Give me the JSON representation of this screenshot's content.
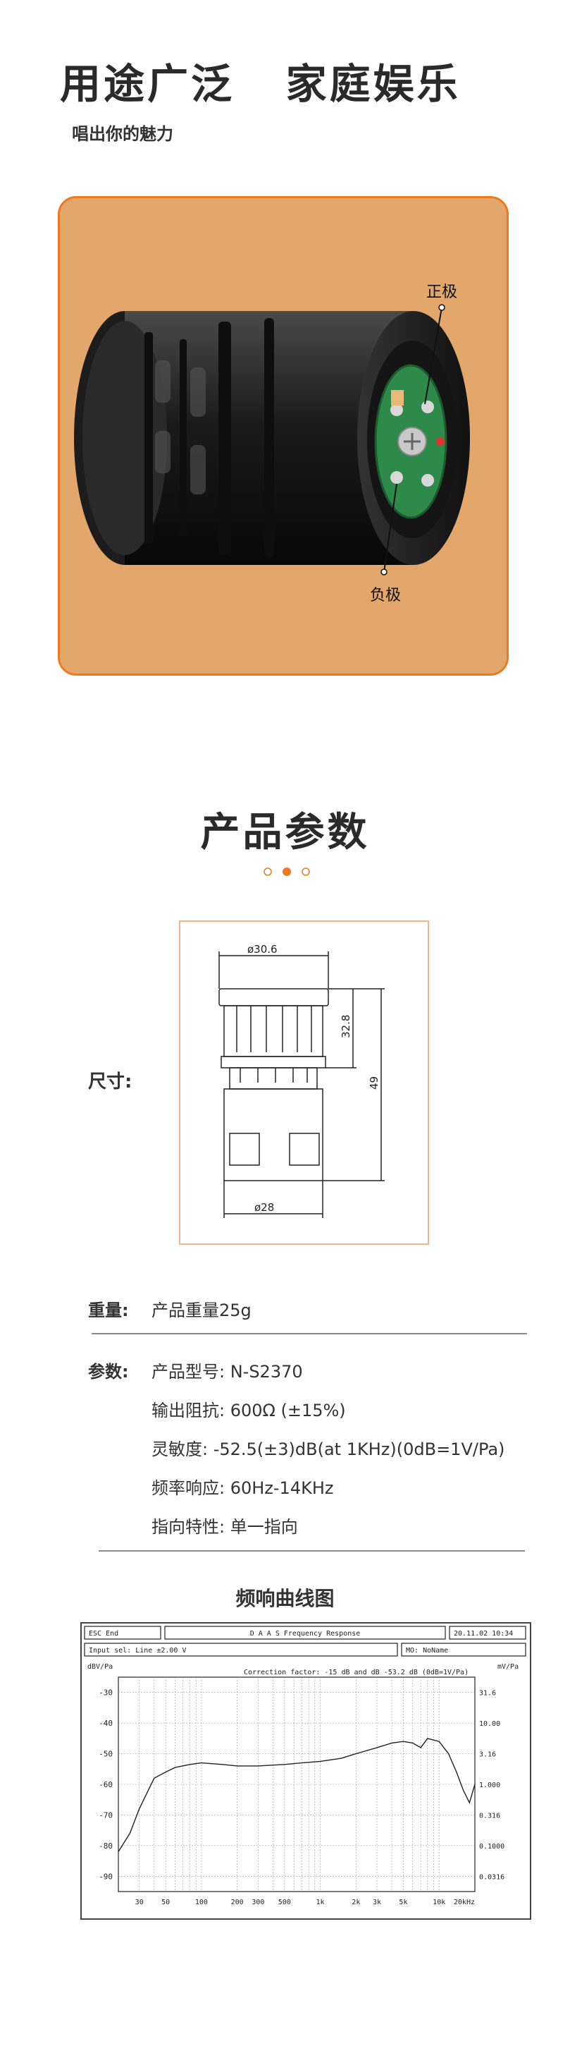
{
  "hero": {
    "headline_left": "用途广泛",
    "headline_right": "家庭娱乐",
    "subtitle": "唱出你的魅力"
  },
  "photo": {
    "label_positive": "正极",
    "label_negative": "负极"
  },
  "params": {
    "title": "产品参数",
    "dimension_label": "尺寸:",
    "dims": {
      "top_diameter": "ø30.6",
      "bottom_diameter": "ø28",
      "inner_height": "32.8",
      "total_height": "49"
    },
    "weight_label": "重量:",
    "weight_value": "产品重量25g",
    "param_label": "参数:",
    "param_lines": [
      "产品型号: N-S2370",
      "输出阻抗: 600Ω (±15%)",
      "灵敏度: -52.5(±3)dB(at 1KHz)(0dB=1V/Pa)",
      "频率响应: 60Hz-14KHz",
      "指向特性: 单一指向"
    ]
  },
  "curve": {
    "title": "频响曲线图",
    "header_left": "ESC End",
    "header_center": "D A A S   Frequency Response",
    "header_right": "20.11.02 10:34",
    "input_text": "Input sel: Line   ±2.00 V",
    "mode_text": "MO: NoName",
    "left_unit": "dBV/Pa",
    "right_unit": "mV/Pa",
    "correction": "Correction factor: -15 dB and  dB    -53.2 dB (0dB=1V/Pa)",
    "y_left_ticks": [
      "-30",
      "-40",
      "-50",
      "-60",
      "-70",
      "-80",
      "-90"
    ],
    "y_right_ticks": [
      "31.6",
      "10.00",
      "3.16",
      "1.000",
      "0.316",
      "0.1000",
      "0.0316"
    ],
    "x_ticks": [
      "30",
      "50",
      "100",
      "200",
      "300",
      "500",
      "1k",
      "2k",
      "3k",
      "5k",
      "10k",
      "20kHz"
    ]
  },
  "chart_data": {
    "type": "line",
    "x_scale": "log",
    "xlim": [
      20,
      20000
    ],
    "ylim": [
      -95,
      -25
    ],
    "xlabel": "",
    "ylabel": "dBV/Pa",
    "grid": true,
    "series": [
      {
        "x": [
          20,
          25,
          30,
          40,
          50,
          60,
          80,
          100,
          150,
          200,
          300,
          500,
          700,
          1000,
          1500,
          2000,
          3000,
          4000,
          5000,
          6000,
          7000,
          8000,
          10000,
          12000,
          14000,
          16000,
          18000,
          20000
        ],
        "values": [
          -82,
          -76,
          -68,
          -58,
          -56,
          -54.5,
          -53.5,
          -53,
          -53.5,
          -54,
          -54,
          -53.5,
          -53,
          -52.5,
          -51.5,
          -50,
          -48,
          -46.5,
          -46,
          -46.5,
          -48,
          -45,
          -46,
          -50,
          -56,
          -62,
          -66,
          -60
        ]
      }
    ],
    "colors": {
      "line": "#222222",
      "grid": "#9a9a9a"
    }
  }
}
